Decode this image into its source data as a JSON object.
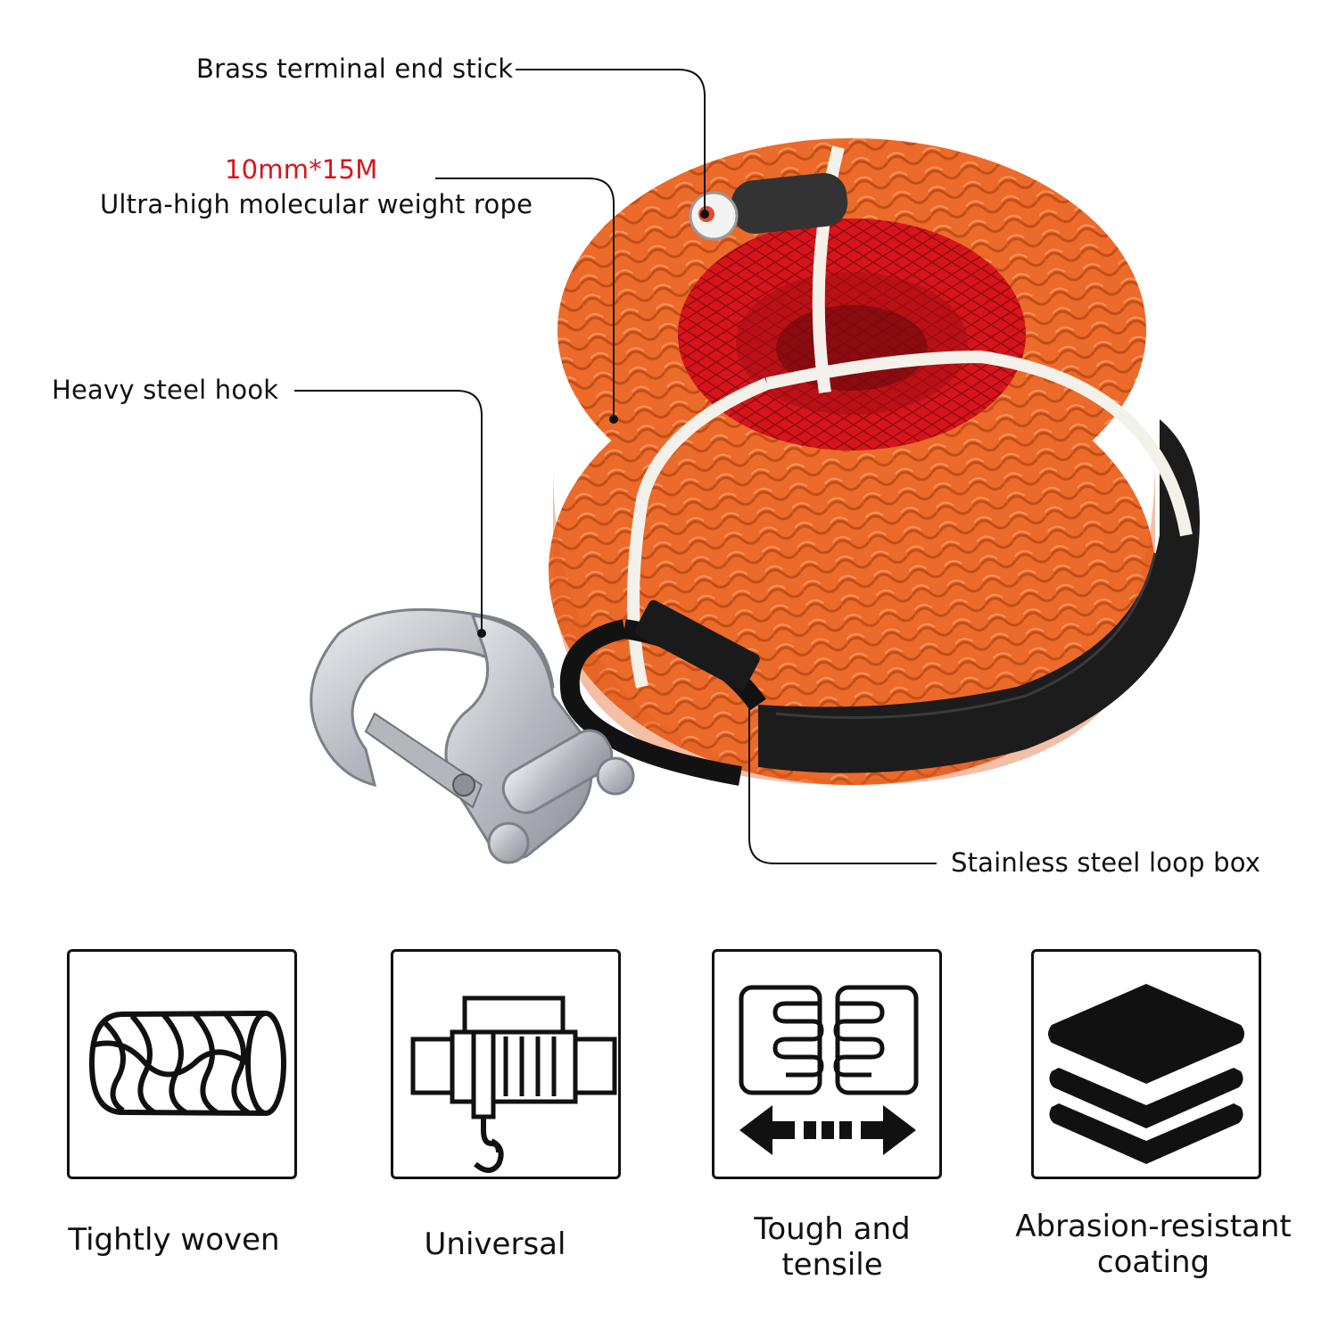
{
  "callouts": {
    "terminal": "Brass terminal end stick",
    "size": "10mm*15M",
    "rope": "Ultra-high molecular weight rope",
    "hook": "Heavy steel hook",
    "loop": "Stainless steel loop box"
  },
  "features": [
    {
      "icon": "braided-rope-icon",
      "label_line1": "Tightly woven",
      "label_line2": ""
    },
    {
      "icon": "winch-icon",
      "label_line1": "Universal",
      "label_line2": ""
    },
    {
      "icon": "tensile-stretch-icon",
      "label_line1": "Tough and",
      "label_line2": "tensile"
    },
    {
      "icon": "layers-icon",
      "label_line1": "Abrasion-resistant",
      "label_line2": "coating"
    }
  ],
  "colors": {
    "rope_orange": "#ec6a2a",
    "core_red": "#d8141b",
    "size_text": "#d8141b",
    "hook_silver": "#c9ccd1",
    "sheath_black": "#1c1c1c"
  }
}
